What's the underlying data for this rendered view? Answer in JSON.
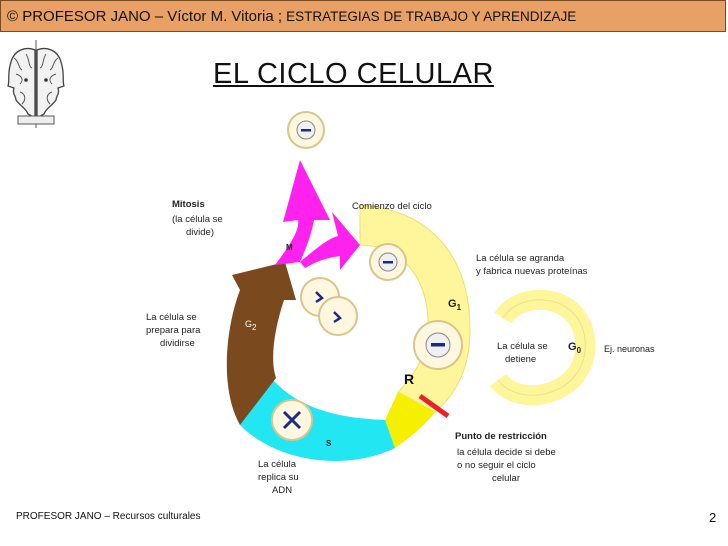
{
  "header": {
    "main": "© PROFESOR JANO – Víctor M. Vitoria ; ",
    "sub": "ESTRATEGIAS DE TRABAJO Y APRENDIZAJE"
  },
  "title": "EL CICLO CELULAR",
  "labels": {
    "mitosis": "Mitosis",
    "mitosis_desc_1": "(la célula se",
    "mitosis_desc_2": "divide)",
    "m_phase": "M",
    "comienzo": "Comienzo del ciclo",
    "g1_desc_1": "La célula se agranda",
    "g1_desc_2": "y fabrica nuevas proteínas",
    "g1": "G",
    "g1_sub": "1",
    "g2": "G",
    "g2_sub": "2",
    "g2_desc_1": "La célula se",
    "g2_desc_2": "prepara para",
    "g2_desc_3": "dividirse",
    "g0": "G",
    "g0_sub": "0",
    "g0_desc_1": "La célula se",
    "g0_desc_2": "detiene",
    "g0_example": "Ej. neuronas",
    "r": "R",
    "s": "S",
    "s_desc_1": "La célula",
    "s_desc_2": "replica su",
    "s_desc_3": "ADN",
    "restriccion": "Punto de restricción",
    "restriccion_desc_1": "la célula decide si debe",
    "restriccion_desc_2": "o no seguir el ciclo",
    "restriccion_desc_3": "celular"
  },
  "colors": {
    "header_bg": "#e8a064",
    "m_phase": "#ff22ee",
    "g1_phase": "#fff59a",
    "g2_phase": "#7a4a1e",
    "s_phase": "#22e6f2",
    "s_to_g1": "#f5f000",
    "restriction_line": "#e8202a"
  },
  "footer": {
    "left": "PROFESOR JANO – Recursos culturales",
    "page": "2"
  }
}
